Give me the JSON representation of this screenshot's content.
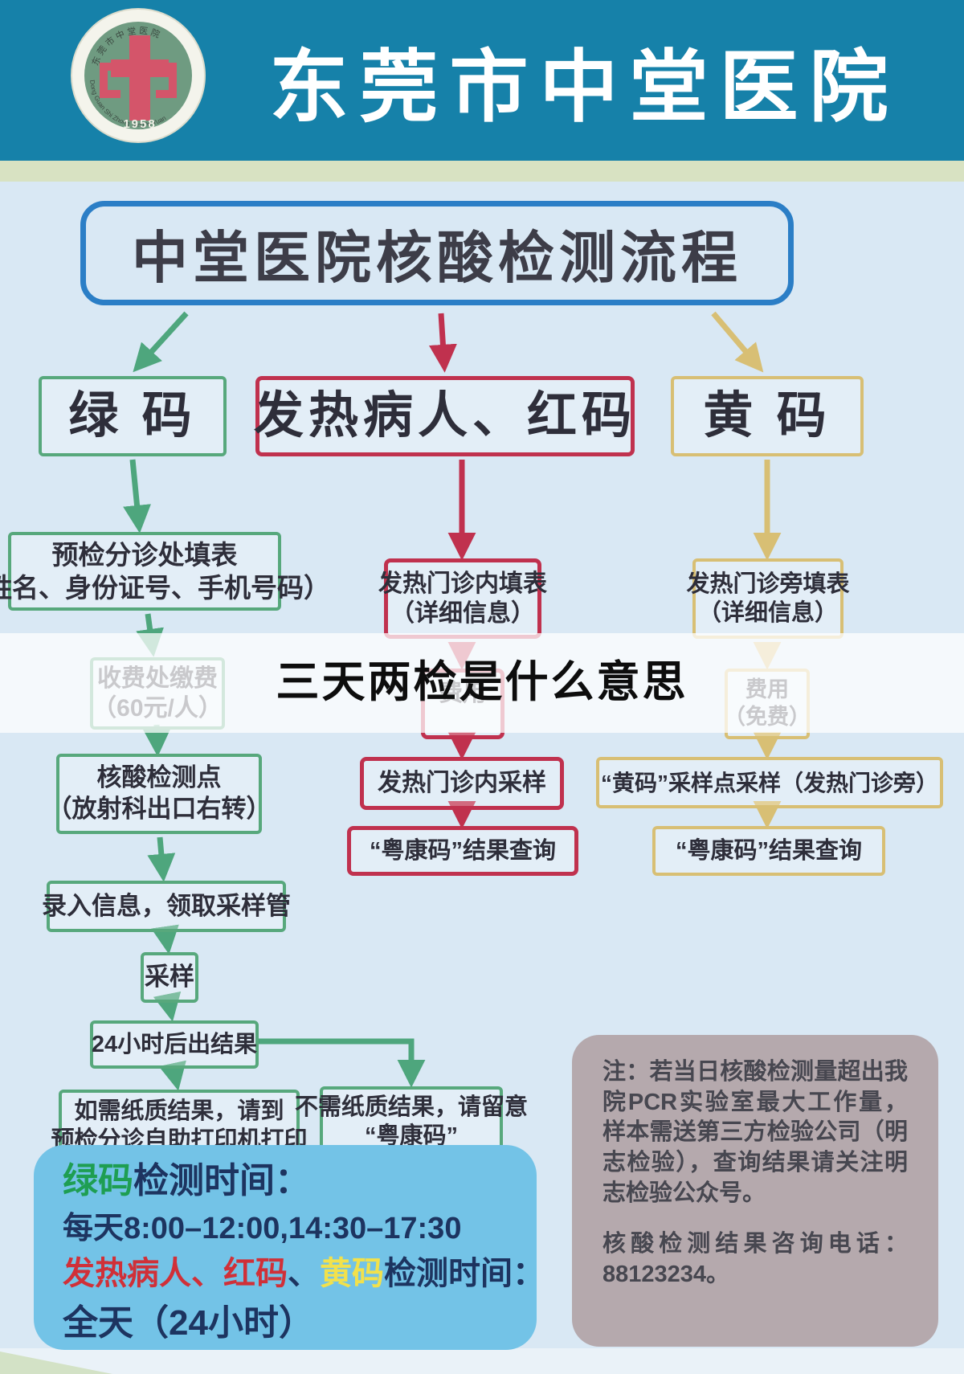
{
  "header": {
    "hospital_name": "东莞市中堂医院",
    "logo_year": "1958",
    "logo_top_arc": "东莞市中堂医院",
    "logo_bottom_arc": "Dong Guan Shi Zhong Tang Yi Yuan"
  },
  "title": "中堂医院核酸检测流程",
  "overlay_headline": "三天两检是什么意思",
  "colors": {
    "header_teal": "#1681a9",
    "frame_band_green": "#d8e2c2",
    "body_blue": "#d9e8f4",
    "green_branch": "#4ea67d",
    "red_branch": "#c0314e",
    "yellow_branch": "#d8bf74",
    "title_border_blue": "#2b7ec6",
    "schedule_bg": "#73c3e7",
    "note_bg": "#b5a9ad"
  },
  "branches": {
    "green": {
      "header": "绿 码",
      "step1_line1": "预检分诊处填表",
      "step1_line2": "（姓名、身份证号、手机号码）",
      "step2_line1": "收费处缴费",
      "step2_line2": "（60元/人）",
      "step3_line1": "核酸检测点",
      "step3_line2": "（放射科出口右转）",
      "step4": "录入信息，领取采样管",
      "step5": "采样",
      "step6": "24小时后出结果",
      "result_print_line1": "如需纸质结果，请到",
      "result_print_line2": "预检分诊自助打印机打印",
      "result_code_line1": "不需纸质结果，请留意",
      "result_code_line2": "“粤康码”"
    },
    "red": {
      "header": "发热病人、红码",
      "step1_line1": "发热门诊内填表",
      "step1_line2": "（详细信息）",
      "step2": "费用",
      "step3": "发热门诊内采样",
      "step4": "“粤康码”结果查询"
    },
    "yellow": {
      "header": "黄 码",
      "step1_line1": "发热门诊旁填表",
      "step1_line2": "（详细信息）",
      "step2_line1": "费用",
      "step2_line2": "（免费）",
      "step3": "“黄码”采样点采样（发热门诊旁）",
      "step4": "“粤康码”结果查询"
    }
  },
  "schedule": {
    "line1_green": "绿码",
    "line1_rest": "检测时间：",
    "line2": "每天8:00–12:00,14:30–17:30",
    "line3_red": "发热病人、红码",
    "line3_sep": "、",
    "line3_yellow": "黄码",
    "line3_rest": "检测时间：",
    "line4": "全天（24小时）"
  },
  "note": {
    "para1": "注：若当日核酸检测量超出我院PCR实验室最大工作量，样本需送第三方检验公司（明志检验），查询结果请关注明志检验公众号。",
    "para2": "核酸检测结果咨询电话：88123234。"
  }
}
